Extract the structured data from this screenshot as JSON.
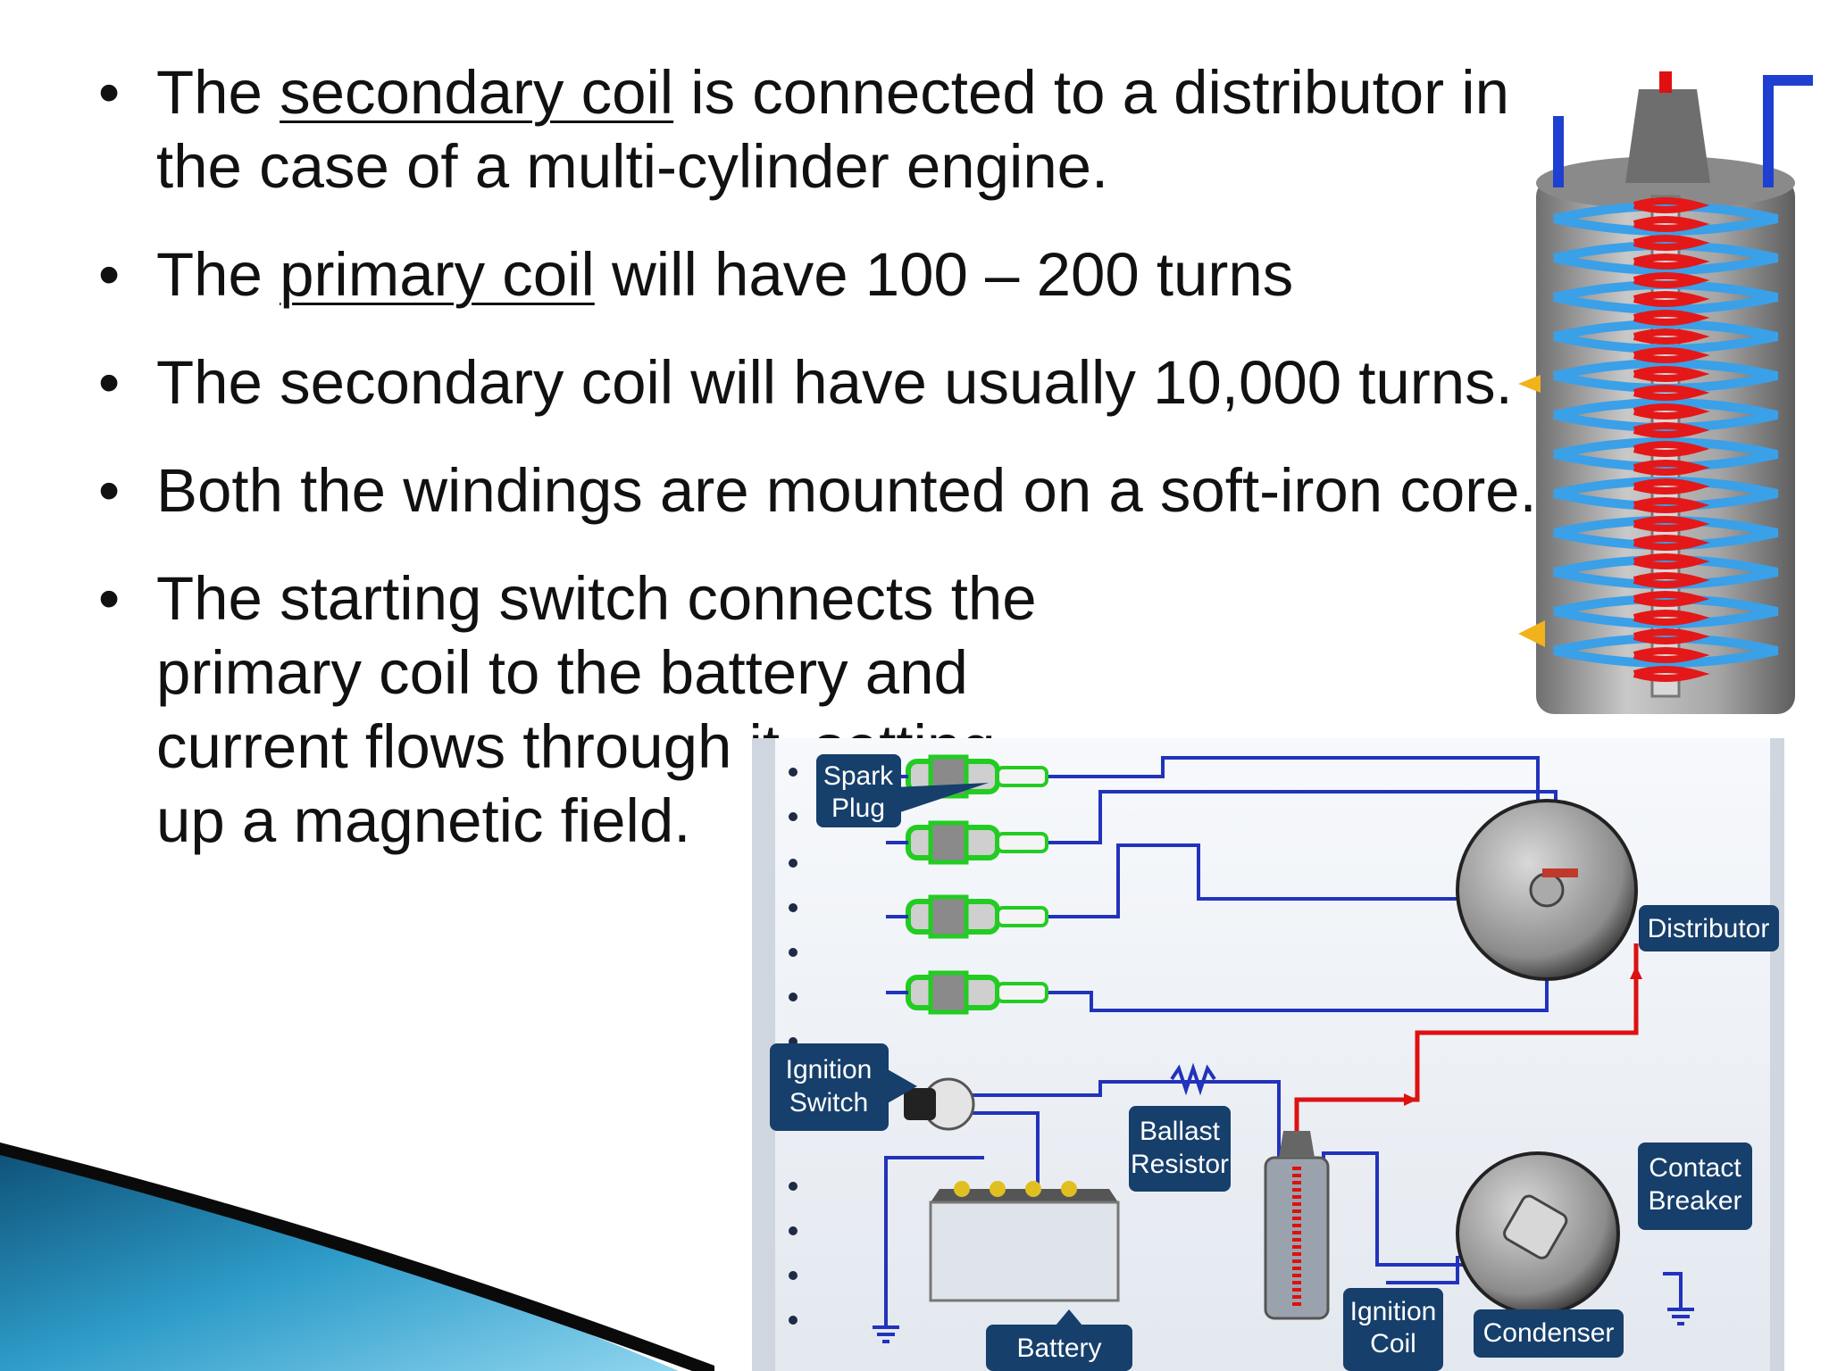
{
  "bullets": [
    {
      "before": "The ",
      "underlined": "secondary coil",
      "after": " is connected to a distributor in the case of a multi-cylinder engine."
    },
    {
      "before": "The ",
      "underlined": "primary coil",
      "after": " will have 100 – 200 turns"
    },
    {
      "before": "The secondary coil will have usually 10,000 turns.",
      "underlined": "",
      "after": ""
    },
    {
      "before": "Both the windings are mounted on a soft-iron core.",
      "underlined": "",
      "after": ""
    },
    {
      "before": "The starting switch connects the primary coil to the battery and current flows through it, setting up a magnetic field.",
      "underlined": "",
      "after": ""
    }
  ],
  "diagram": {
    "spark_plug": [
      "Spark",
      "Plug"
    ],
    "distributor": "Distributor",
    "ignition_switch": [
      "Ignition",
      "Switch"
    ],
    "ballast_resistor": [
      "Ballast",
      "Resistor"
    ],
    "contact_breaker": [
      "Contact",
      "Breaker"
    ],
    "battery": "Battery",
    "ignition_coil": [
      "Ignition",
      "Coil"
    ],
    "condenser": "Condenser"
  },
  "colors": {
    "wire": "#2233bb",
    "hv_wire": "#dd1111",
    "label_bg": "#163f6b",
    "plug_glow": "#22cc22",
    "accent_swoosh": "#1a7fb0"
  }
}
